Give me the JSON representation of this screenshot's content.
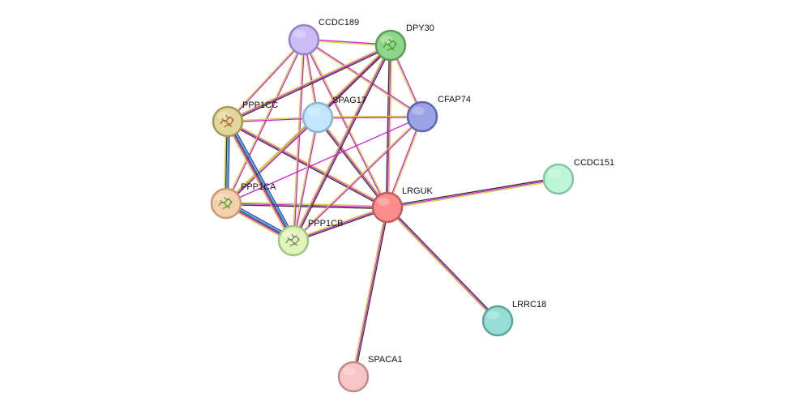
{
  "network": {
    "nodes": [
      {
        "id": "LRGUK",
        "label": "LRGUK",
        "fill": "#fb8c8c",
        "stroke": "#c05c5c",
        "icon": "none"
      },
      {
        "id": "CCDC189",
        "label": "CCDC189",
        "fill": "#cbbcf6",
        "stroke": "#9383c4",
        "icon": "none"
      },
      {
        "id": "DPY30",
        "label": "DPY30",
        "fill": "#8fd68a",
        "stroke": "#5a9d55",
        "icon": "protein-structure-icon"
      },
      {
        "id": "CFAP74",
        "label": "CFAP74",
        "fill": "#9aa3e3",
        "stroke": "#5c66b0",
        "icon": "none"
      },
      {
        "id": "SPAG17",
        "label": "SPAG17",
        "fill": "#c2e6fb",
        "stroke": "#86b6d2",
        "icon": "none"
      },
      {
        "id": "PPP1CC",
        "label": "PPP1CC",
        "fill": "#e2d69b",
        "stroke": "#a59a57",
        "icon": "protein-structure-icon"
      },
      {
        "id": "PPP1CA",
        "label": "PPP1CA",
        "fill": "#f6cfae",
        "stroke": "#c89a79",
        "icon": "protein-structure-icon"
      },
      {
        "id": "PPP1CB",
        "label": "PPP1CB",
        "fill": "#def4b9",
        "stroke": "#a5c482",
        "icon": "protein-structure-icon"
      },
      {
        "id": "CCDC151",
        "label": "CCDC151",
        "fill": "#bdf6d6",
        "stroke": "#80c69f",
        "icon": "none"
      },
      {
        "id": "LRRC18",
        "label": "LRRC18",
        "fill": "#96ddd6",
        "stroke": "#5da49c",
        "icon": "none"
      },
      {
        "id": "SPACA1",
        "label": "SPACA1",
        "fill": "#f7c5c5",
        "stroke": "#c08b8b",
        "icon": "none"
      }
    ],
    "edges": [
      {
        "source": "LRGUK",
        "target": "CCDC151",
        "colors": [
          "#333333",
          "#d41ad4",
          "#c6d63c"
        ]
      },
      {
        "source": "LRGUK",
        "target": "LRRC18",
        "colors": [
          "#333333",
          "#d41ad4",
          "#c6d63c"
        ]
      },
      {
        "source": "LRGUK",
        "target": "SPACA1",
        "colors": [
          "#333333",
          "#d41ad4",
          "#c6d63c"
        ]
      },
      {
        "source": "LRGUK",
        "target": "CCDC189",
        "colors": [
          "#d41ad4",
          "#c6d63c"
        ]
      },
      {
        "source": "LRGUK",
        "target": "DPY30",
        "colors": [
          "#333333",
          "#d41ad4",
          "#c6d63c"
        ]
      },
      {
        "source": "LRGUK",
        "target": "CFAP74",
        "colors": [
          "#d41ad4",
          "#c6d63c"
        ]
      },
      {
        "source": "LRGUK",
        "target": "SPAG17",
        "colors": [
          "#333333",
          "#d41ad4",
          "#c6d63c"
        ]
      },
      {
        "source": "LRGUK",
        "target": "PPP1CC",
        "colors": [
          "#333333",
          "#d41ad4",
          "#c6d63c"
        ]
      },
      {
        "source": "LRGUK",
        "target": "PPP1CA",
        "colors": [
          "#333333",
          "#d41ad4",
          "#c6d63c"
        ]
      },
      {
        "source": "LRGUK",
        "target": "PPP1CB",
        "colors": [
          "#333333",
          "#d41ad4",
          "#c6d63c"
        ]
      },
      {
        "source": "CCDC189",
        "target": "DPY30",
        "colors": [
          "#d41ad4",
          "#c6d63c"
        ]
      },
      {
        "source": "CCDC189",
        "target": "CFAP74",
        "colors": [
          "#d41ad4",
          "#c6d63c"
        ]
      },
      {
        "source": "CCDC189",
        "target": "SPAG17",
        "colors": [
          "#d41ad4",
          "#c6d63c"
        ]
      },
      {
        "source": "CCDC189",
        "target": "PPP1CC",
        "colors": [
          "#d41ad4",
          "#c6d63c"
        ]
      },
      {
        "source": "CCDC189",
        "target": "PPP1CA",
        "colors": [
          "#d41ad4",
          "#c6d63c"
        ]
      },
      {
        "source": "CCDC189",
        "target": "PPP1CB",
        "colors": [
          "#d41ad4",
          "#c6d63c"
        ]
      },
      {
        "source": "DPY30",
        "target": "CFAP74",
        "colors": [
          "#d41ad4",
          "#c6d63c"
        ]
      },
      {
        "source": "DPY30",
        "target": "SPAG17",
        "colors": [
          "#d41ad4",
          "#c6d63c"
        ]
      },
      {
        "source": "DPY30",
        "target": "PPP1CC",
        "colors": [
          "#333333",
          "#d41ad4",
          "#c6d63c"
        ]
      },
      {
        "source": "DPY30",
        "target": "PPP1CA",
        "colors": [
          "#333333",
          "#d41ad4",
          "#c6d63c"
        ]
      },
      {
        "source": "DPY30",
        "target": "PPP1CB",
        "colors": [
          "#333333",
          "#d41ad4",
          "#c6d63c"
        ]
      },
      {
        "source": "CFAP74",
        "target": "SPAG17",
        "colors": [
          "#d41ad4",
          "#c6d63c"
        ]
      },
      {
        "source": "CFAP74",
        "target": "PPP1CA",
        "colors": [
          "#d41ad4"
        ]
      },
      {
        "source": "CFAP74",
        "target": "PPP1CB",
        "colors": [
          "#d41ad4",
          "#c6d63c"
        ]
      },
      {
        "source": "SPAG17",
        "target": "PPP1CC",
        "colors": [
          "#d41ad4",
          "#c6d63c"
        ]
      },
      {
        "source": "SPAG17",
        "target": "PPP1CA",
        "colors": [
          "#d41ad4",
          "#c6d63c"
        ]
      },
      {
        "source": "SPAG17",
        "target": "PPP1CB",
        "colors": [
          "#d41ad4",
          "#c6d63c"
        ]
      },
      {
        "source": "PPP1CC",
        "target": "PPP1CA",
        "colors": [
          "#3a3ad4",
          "#1ab0c8",
          "#333333",
          "#c6d63c"
        ]
      },
      {
        "source": "PPP1CC",
        "target": "PPP1CB",
        "colors": [
          "#3a3ad4",
          "#1ab0c8",
          "#333333",
          "#d41ad4",
          "#c6d63c"
        ]
      },
      {
        "source": "PPP1CA",
        "target": "PPP1CB",
        "colors": [
          "#3a3ad4",
          "#1ab0c8",
          "#333333",
          "#d41ad4",
          "#c6d63c"
        ]
      }
    ]
  }
}
